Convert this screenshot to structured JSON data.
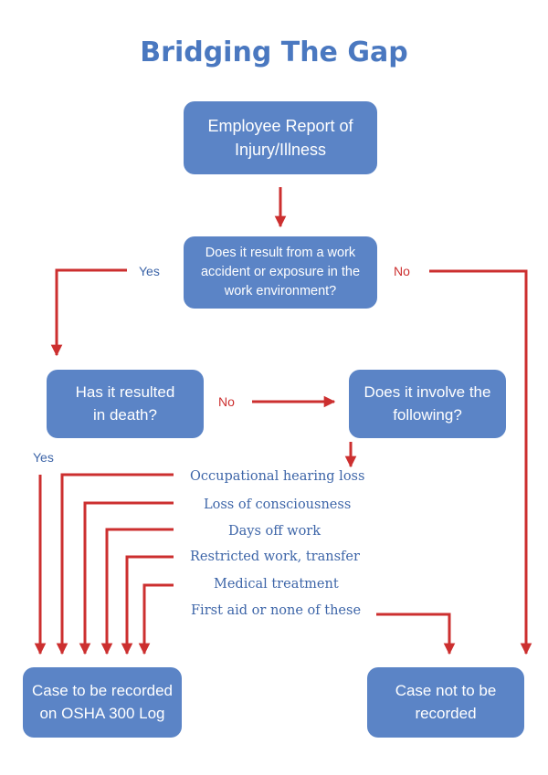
{
  "title": "Bridging The Gap",
  "colors": {
    "box": "#5b84c6",
    "arrow": "#cc2f2f",
    "text_blue": "#3d65a8"
  },
  "nodes": {
    "start": "Employee Report of Injury/Illness",
    "q_work": "Does it result from a work accident or exposure in the work environment?",
    "q_death": "Has it resulted in death?",
    "q_involve": "Does it involve the following?",
    "end_record": "Case to be recorded on OSHA 300 Log",
    "end_not_record": "Case not to be recorded"
  },
  "edge_labels": {
    "work_yes": "Yes",
    "work_no": "No",
    "death_no": "No",
    "death_yes": "Yes"
  },
  "conditions": [
    "Occupational hearing loss",
    "Loss of consciousness",
    "Days off work",
    "Restricted work, transfer",
    "Medical treatment",
    "First aid or none of these"
  ]
}
